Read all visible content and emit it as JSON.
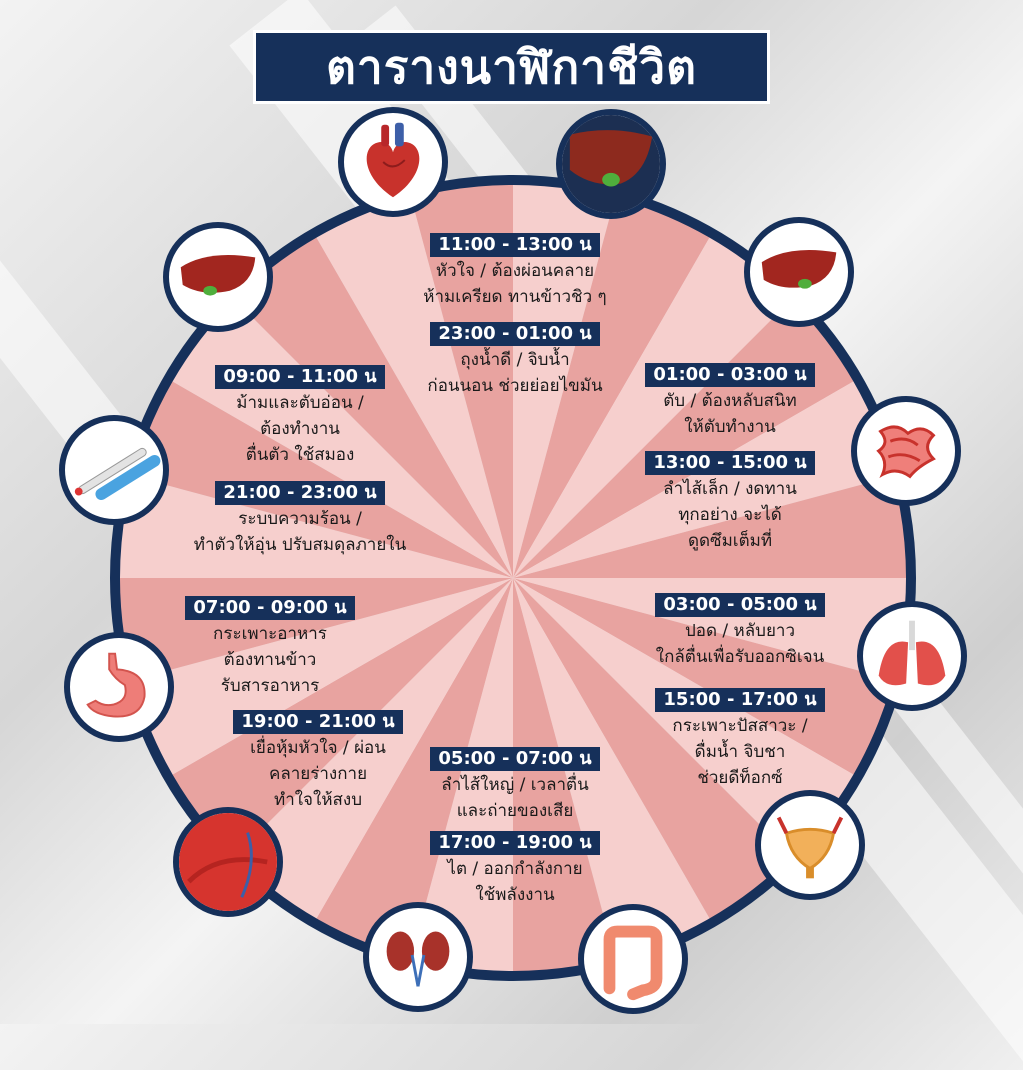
{
  "title": "ตารางนาฬิกาชีวิต",
  "colors": {
    "navy": "#16305a",
    "wedge_dark": "#e8a3a0",
    "wedge_light": "#f6cfcd",
    "organ_red": "#c8322c"
  },
  "slots": [
    {
      "time": "11:00 - 13:00 น",
      "lines": [
        "หัวใจ / ต้องผ่อนคลาย",
        "ห้ามเครียด ทานข้าวชิว ๆ"
      ]
    },
    {
      "time": "23:00 - 01:00 น",
      "lines": [
        "ถุงน้ำดี / จิบน้ำ",
        "ก่อนนอน ช่วยย่อยไขมัน"
      ]
    },
    {
      "time": "01:00 - 03:00 น",
      "lines": [
        "ตับ / ต้องหลับสนิท",
        "ให้ตับทำงาน"
      ]
    },
    {
      "time": "13:00 - 15:00 น",
      "lines": [
        "ลำไส้เล็ก / งดทาน",
        "ทุกอย่าง จะได้",
        "ดูดซึมเต็มที่"
      ]
    },
    {
      "time": "03:00 - 05:00 น",
      "lines": [
        "ปอด / หลับยาว",
        "ใกล้ตื่นเพื่อรับออกซิเจน"
      ]
    },
    {
      "time": "15:00 - 17:00 น",
      "lines": [
        "กระเพาะปัสสาวะ /",
        "ดื่มน้ำ จิบชา",
        "ช่วยดีท็อกซ์"
      ]
    },
    {
      "time": "05:00 - 07:00 น",
      "lines": [
        "ลำไส้ใหญ่ / เวลาตื่น",
        "และถ่ายของเสีย"
      ]
    },
    {
      "time": "17:00 - 19:00 น",
      "lines": [
        "ไต / ออกกำลังกาย",
        "ใช้พลังงาน"
      ]
    },
    {
      "time": "19:00 - 21:00 น",
      "lines": [
        "เยื่อหุ้มหัวใจ / ผ่อน",
        "คลายร่างกาย",
        "ทำใจให้สงบ"
      ]
    },
    {
      "time": "07:00 - 09:00 น",
      "lines": [
        "กระเพาะอาหาร",
        "ต้องทานข้าว",
        "รับสารอาหาร"
      ]
    },
    {
      "time": "21:00 - 23:00 น",
      "lines": [
        "ระบบความร้อน /",
        "ทำตัวให้อุ่น ปรับสมดุลภายใน"
      ]
    },
    {
      "time": "09:00 - 11:00 น",
      "lines": [
        "ม้ามและตับอ่อน /",
        "ต้องทำงาน",
        "ตื่นตัว ใช้สมอง"
      ]
    }
  ],
  "organs": [
    {
      "name": "heart-icon"
    },
    {
      "name": "gallbladder-icon"
    },
    {
      "name": "liver-icon"
    },
    {
      "name": "small-intestine-icon"
    },
    {
      "name": "lungs-icon"
    },
    {
      "name": "bladder-icon"
    },
    {
      "name": "large-intestine-icon"
    },
    {
      "name": "kidneys-icon"
    },
    {
      "name": "pericardium-icon"
    },
    {
      "name": "stomach-icon"
    },
    {
      "name": "thermometer-icon"
    },
    {
      "name": "spleen-icon"
    }
  ]
}
